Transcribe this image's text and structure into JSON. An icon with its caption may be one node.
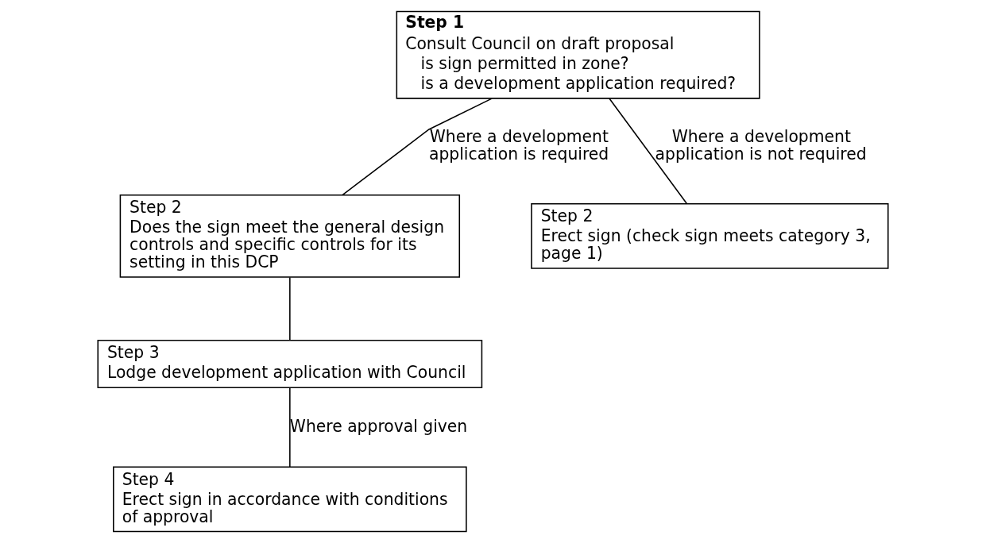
{
  "diagram": {
    "nodes": [
      {
        "text": [
          "Step 1",
          "Consult Council on draft proposal",
          "is sign permitted in zone?",
          "is a development application required?"
        ]
      },
      {
        "text": [
          "Step 2",
          "Does the sign meet the general design controls and specific controls for its setting in this DCP"
        ]
      },
      {
        "text": [
          "Step 2",
          "Erect sign (check sign meets category 3, page 1)"
        ]
      },
      {
        "text": [
          "Step 3",
          "Lodge development application with Council"
        ]
      },
      {
        "text": [
          "Step 4",
          "Erect sign in accordance with conditions of approval"
        ]
      }
    ],
    "edges": [
      {
        "from": 0,
        "to": 1,
        "arrow": "none",
        "label": "Where a development application is required"
      },
      {
        "from": 0,
        "to": 2,
        "arrow": "none",
        "label": "Where a development application is not required"
      },
      {
        "from": 1,
        "to": 3,
        "arrow": "none"
      },
      {
        "from": 3,
        "to": 4,
        "arrow": "none",
        "label": "Where approval given"
      }
    ]
  }
}
